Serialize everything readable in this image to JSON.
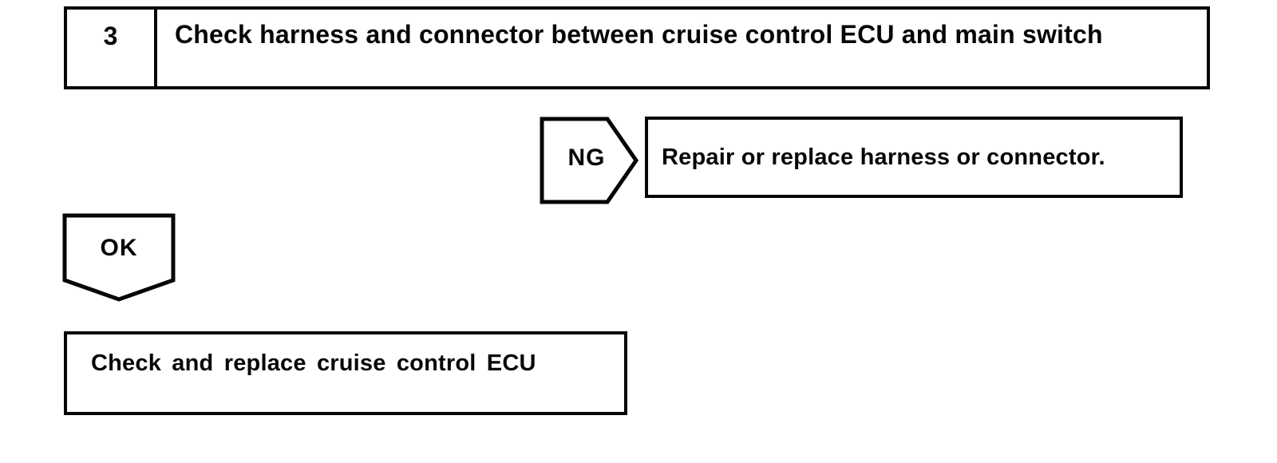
{
  "page": {
    "background_color": "#ffffff",
    "line_color": "#060606"
  },
  "flowchart": {
    "step_box": {
      "number": "3",
      "title": "Check harness and connector between cruise control ECU and main switch"
    },
    "ng_branch": {
      "connector_label": "NG",
      "action": "Repair or replace harness or connector."
    },
    "ok_branch": {
      "connector_label": "OK",
      "action": "Check and replace cruise control ECU"
    }
  }
}
